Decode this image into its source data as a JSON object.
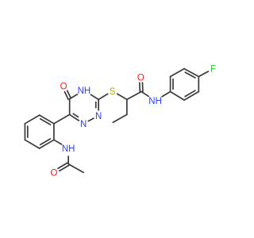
{
  "colors": {
    "bond": "#3b3b3b",
    "O": "#ff1a1a",
    "N": "#2f3ff0",
    "S": "#b8a800",
    "F": "#35c235",
    "background": "#ffffff"
  },
  "atoms": [
    {
      "id": "O_keto",
      "text": "O",
      "element": "O"
    },
    {
      "id": "NH_ring",
      "text": "NH",
      "element": "N"
    },
    {
      "id": "S_thio",
      "text": "S",
      "element": "S"
    },
    {
      "id": "O_amide",
      "text": "O",
      "element": "O"
    },
    {
      "id": "N_ring_left",
      "text": "N",
      "element": "N"
    },
    {
      "id": "N_ring_right",
      "text": "N",
      "element": "N"
    },
    {
      "id": "F",
      "text": "F",
      "element": "F"
    },
    {
      "id": "NH_amide",
      "text": "NH",
      "element": "N"
    },
    {
      "id": "NH_acetamide",
      "text": "NH",
      "element": "N"
    },
    {
      "id": "O_acetyl",
      "text": "O",
      "element": "O"
    }
  ]
}
